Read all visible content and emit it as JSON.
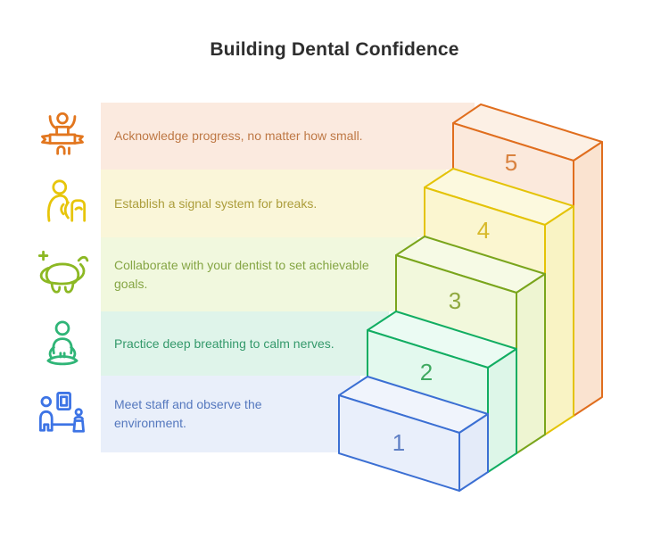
{
  "title": "Building Dental Confidence",
  "rows": [
    {
      "step": "5",
      "icon": "winner-icon",
      "lines": [
        "Acknowledge progress, no matter how small."
      ],
      "colors": {
        "band": "#FBEADF",
        "text": "#BE7845",
        "icon": "#E2761E",
        "stroke": "#E06E1E",
        "face_front": "#FBE9DC",
        "face_top": "#FCF0E5",
        "face_side": "#FAE3D0",
        "number": "#D9823F"
      }
    },
    {
      "step": "4",
      "icon": "signal-hand-icon",
      "lines": [
        "Establish a signal system for breaks."
      ],
      "colors": {
        "band": "#FAF6D9",
        "text": "#AC9D3B",
        "icon": "#E7C50A",
        "stroke": "#E4C307",
        "face_front": "#FBF6D0",
        "face_top": "#FCF9DE",
        "face_side": "#F9F3C4",
        "number": "#D8B92A"
      }
    },
    {
      "step": "3",
      "icon": "tooth-care-icon",
      "lines": [
        "Collaborate with your dentist to set achievable",
        "goals."
      ],
      "colors": {
        "band": "#F1F8DE",
        "text": "#85A544",
        "icon": "#8CB823",
        "stroke": "#7AA51C",
        "face_front": "#F2F8DC",
        "face_top": "#F6FAE5",
        "face_side": "#EEF5D2",
        "number": "#8FA83E"
      }
    },
    {
      "step": "2",
      "icon": "meditation-icon",
      "lines": [
        "Practice deep breathing to calm nerves."
      ],
      "colors": {
        "band": "#DFF4EA",
        "text": "#34996B",
        "icon": "#2FB577",
        "stroke": "#12AD62",
        "face_front": "#E3F9EE",
        "face_top": "#EBFBF3",
        "face_side": "#DDF6E8",
        "number": "#3FA960"
      }
    },
    {
      "step": "1",
      "icon": "meet-staff-icon",
      "lines": [
        "Meet staff and observe the",
        "environment."
      ],
      "colors": {
        "band": "#E9EFFA",
        "text": "#5578BE",
        "icon": "#3D74E5",
        "stroke": "#3B6FD3",
        "face_front": "#E9EFFB",
        "face_top": "#F0F4FC",
        "face_side": "#E4EBF9",
        "number": "#5F80C5"
      }
    }
  ]
}
